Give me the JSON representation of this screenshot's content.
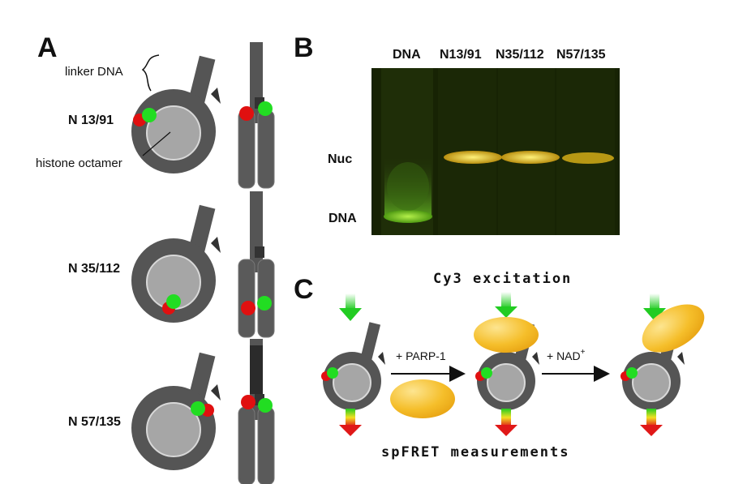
{
  "panels": {
    "a": "A",
    "b": "B",
    "c": "C"
  },
  "panel_a": {
    "linker_label": "linker DNA",
    "octamer_label": "histone octamer",
    "samples": [
      "N 13/91",
      "N 35/112",
      "N 57/135"
    ]
  },
  "panel_b": {
    "lanes": [
      "DNA",
      "N13/91",
      "N35/112",
      "N57/135"
    ],
    "row_labels": {
      "nuc": "Nuc",
      "dna": "DNA"
    }
  },
  "panel_c": {
    "excitation": "Cy3 excitation",
    "step1": "+ PARP-1",
    "step2_main": "+ NAD",
    "step2_sup": "+",
    "measurement": "spFRET measurements"
  },
  "colors": {
    "dna": "#555555",
    "octamer": "#a6a6a6",
    "donor": "#22dd22",
    "acceptor": "#e01010",
    "parp": "#f2b31c",
    "gel_bg": "#182405",
    "gel_green": "#7ce02a",
    "gel_yellow": "#f4e22c"
  }
}
